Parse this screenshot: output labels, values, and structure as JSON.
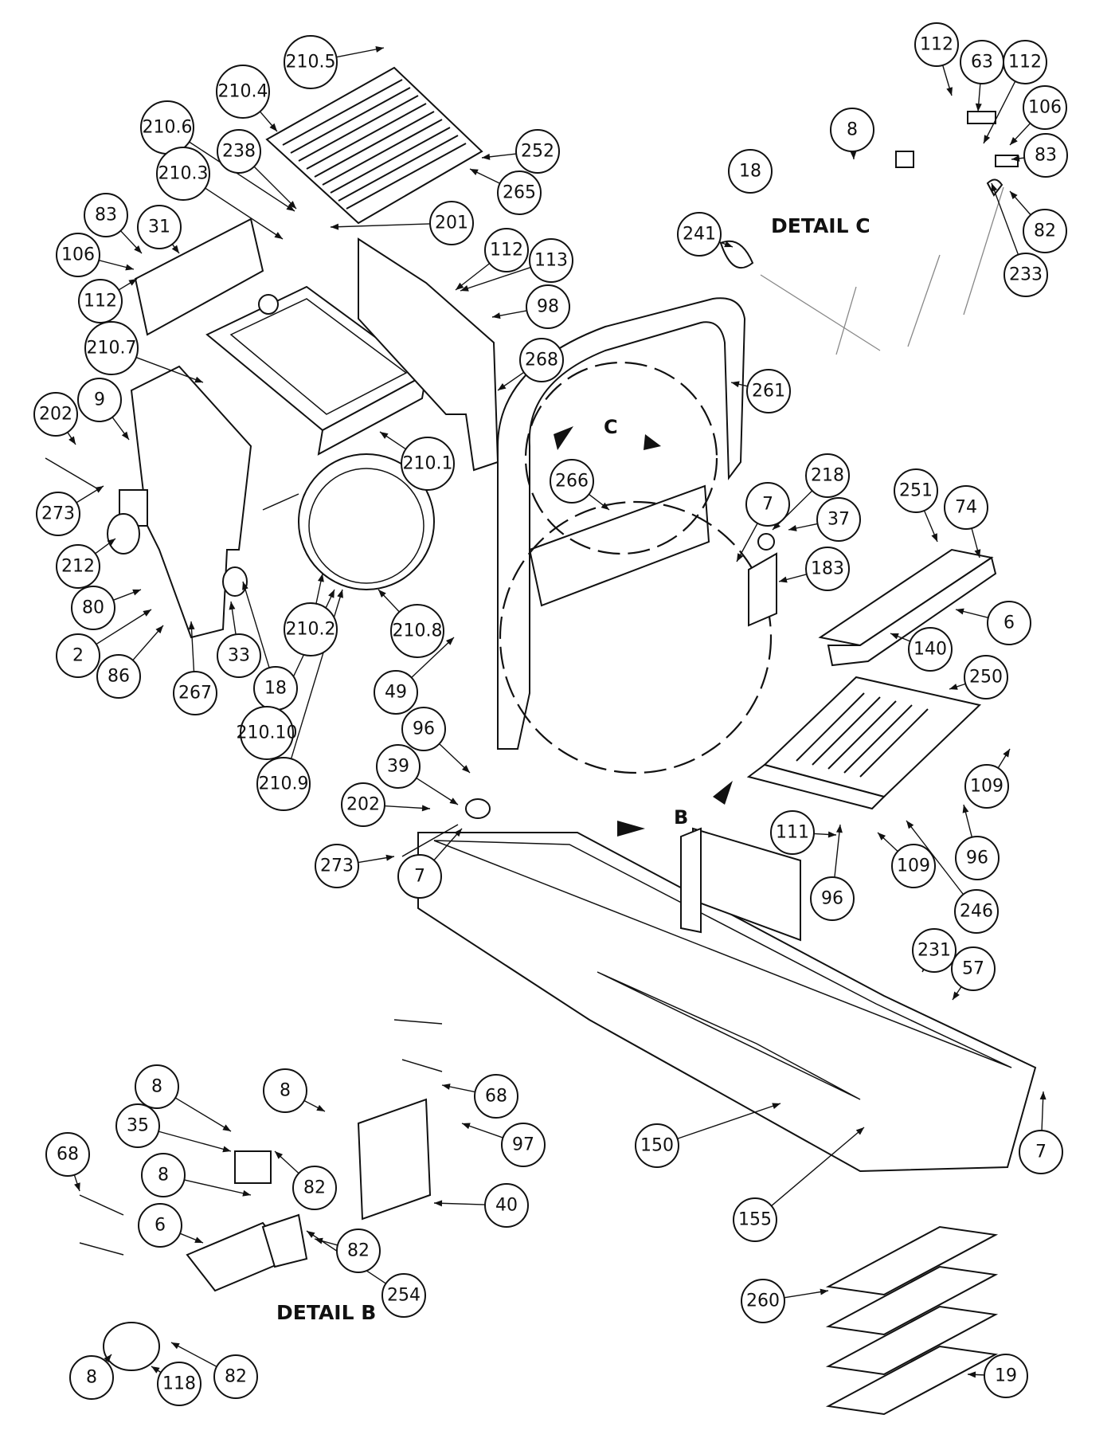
{
  "diagram": {
    "detail_labels": {
      "detail_c": "DETAIL C",
      "detail_b": "DETAIL B"
    },
    "view_letters": {
      "c": "C",
      "b": "B"
    },
    "callouts": [
      {
        "label": "210.5"
      },
      {
        "label": "210.4"
      },
      {
        "label": "210.6"
      },
      {
        "label": "238"
      },
      {
        "label": "210.3"
      },
      {
        "label": "252"
      },
      {
        "label": "265"
      },
      {
        "label": "201"
      },
      {
        "label": "83"
      },
      {
        "label": "31"
      },
      {
        "label": "106"
      },
      {
        "label": "112"
      },
      {
        "label": "112"
      },
      {
        "label": "113"
      },
      {
        "label": "98"
      },
      {
        "label": "210.7"
      },
      {
        "label": "268"
      },
      {
        "label": "202"
      },
      {
        "label": "9"
      },
      {
        "label": "210.1"
      },
      {
        "label": "273"
      },
      {
        "label": "212"
      },
      {
        "label": "80"
      },
      {
        "label": "2"
      },
      {
        "label": "86"
      },
      {
        "label": "267"
      },
      {
        "label": "33"
      },
      {
        "label": "18"
      },
      {
        "label": "210.2"
      },
      {
        "label": "210.8"
      },
      {
        "label": "210.10"
      },
      {
        "label": "210.9"
      },
      {
        "label": "49"
      },
      {
        "label": "96"
      },
      {
        "label": "39"
      },
      {
        "label": "202"
      },
      {
        "label": "273"
      },
      {
        "label": "7"
      },
      {
        "label": "112"
      },
      {
        "label": "63"
      },
      {
        "label": "112"
      },
      {
        "label": "106"
      },
      {
        "label": "8"
      },
      {
        "label": "83"
      },
      {
        "label": "18"
      },
      {
        "label": "82"
      },
      {
        "label": "241"
      },
      {
        "label": "233"
      },
      {
        "label": "261"
      },
      {
        "label": "266"
      },
      {
        "label": "7"
      },
      {
        "label": "218"
      },
      {
        "label": "37"
      },
      {
        "label": "183"
      },
      {
        "label": "251"
      },
      {
        "label": "74"
      },
      {
        "label": "6"
      },
      {
        "label": "140"
      },
      {
        "label": "250"
      },
      {
        "label": "109"
      },
      {
        "label": "111"
      },
      {
        "label": "109"
      },
      {
        "label": "96"
      },
      {
        "label": "96"
      },
      {
        "label": "246"
      },
      {
        "label": "231"
      },
      {
        "label": "57"
      },
      {
        "label": "68"
      },
      {
        "label": "8"
      },
      {
        "label": "68"
      },
      {
        "label": "8"
      },
      {
        "label": "97"
      },
      {
        "label": "35"
      },
      {
        "label": "150"
      },
      {
        "label": "7"
      },
      {
        "label": "8"
      },
      {
        "label": "82"
      },
      {
        "label": "40"
      },
      {
        "label": "155"
      },
      {
        "label": "6"
      },
      {
        "label": "82"
      },
      {
        "label": "254"
      },
      {
        "label": "260"
      },
      {
        "label": "8"
      },
      {
        "label": "118"
      },
      {
        "label": "82"
      },
      {
        "label": "19"
      }
    ]
  }
}
